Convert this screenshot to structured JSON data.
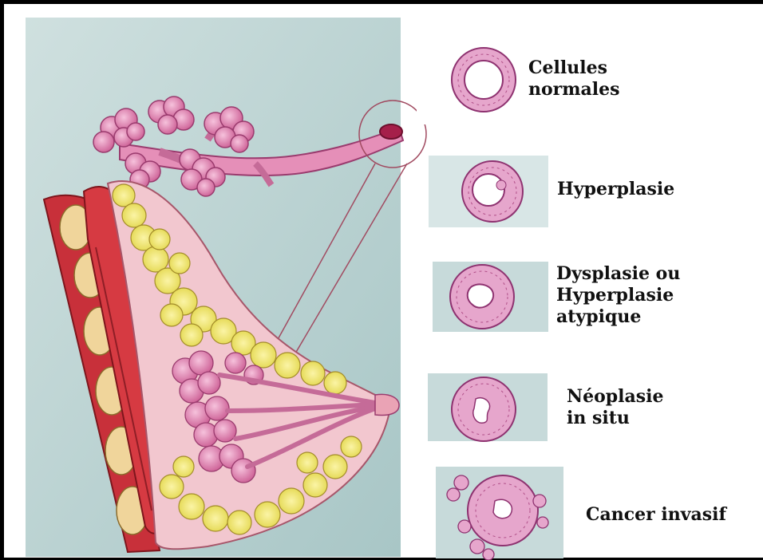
{
  "stages": [
    {
      "id": "normal",
      "lines": [
        "Cellules",
        "normales"
      ]
    },
    {
      "id": "hyperplasie",
      "lines": [
        "Hyperplasie"
      ]
    },
    {
      "id": "dysplasie",
      "lines": [
        "Dysplasie ou",
        "Hyperplasie",
        "atypique"
      ]
    },
    {
      "id": "neoplasie",
      "lines": [
        "Néoplasie",
        "in situ"
      ]
    },
    {
      "id": "cancer",
      "lines": [
        "Cancer invasif"
      ]
    }
  ],
  "colors": {
    "background_panel": "#b8d1d1",
    "cell_fill": "#e6a6cc",
    "cell_outline": "#8e3270",
    "muscle_red": "#c8303a",
    "fat_yellow": "#f3ea7a",
    "skin_pink": "#f2c7cf",
    "lobule_pink": "#dc7fae",
    "callout_line": "#a14b61"
  },
  "icons": {
    "breast_cross_section": "anatomical-breast-cross-section",
    "duct_lobule": "duct-and-lobules-illustration",
    "magnifier": "zoom-circle-icon"
  }
}
